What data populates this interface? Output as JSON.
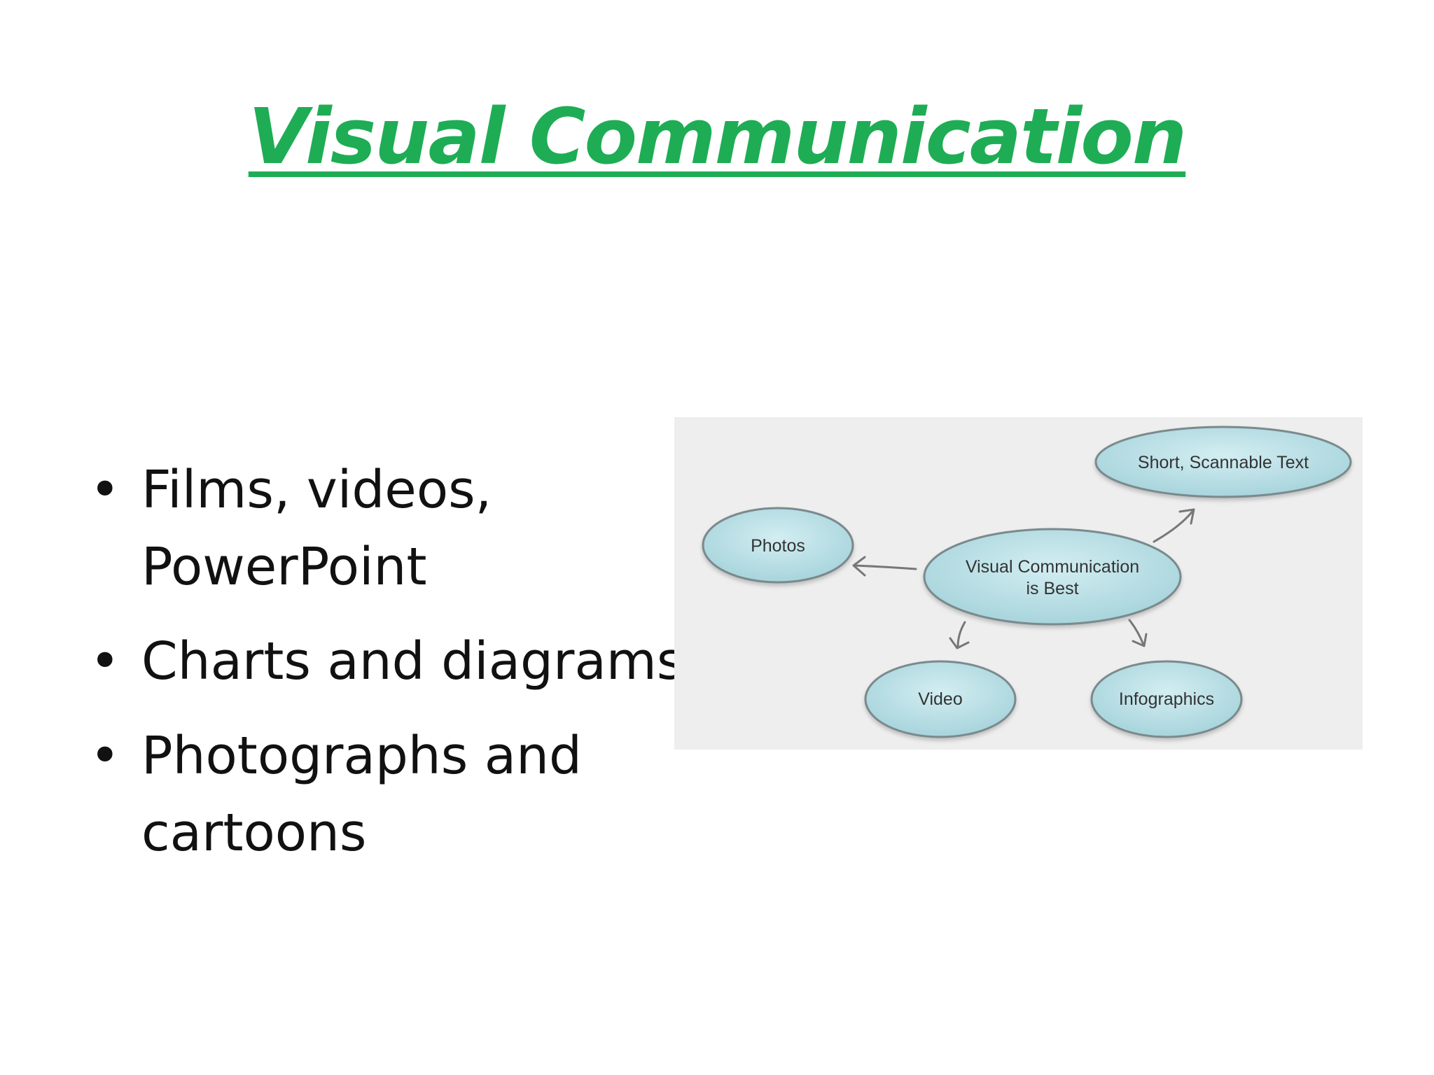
{
  "slide": {
    "title": "Visual Communication",
    "title_color": "#1ead55",
    "bullets": [
      {
        "line1": "Films, videos,",
        "line2": "PowerPoint"
      },
      {
        "line1": "Charts and diagrams",
        "line2": ""
      },
      {
        "line1": "Photographs and",
        "line2": "cartoons"
      }
    ],
    "bullet_glyph": "•"
  },
  "diagram": {
    "center": {
      "line1": "Visual Communication",
      "line2": "is Best"
    },
    "nodes": {
      "short_text": "Short, Scannable Text",
      "photos": "Photos",
      "video": "Video",
      "infographics": "Infographics"
    },
    "colors": {
      "bubble_fill": "#b9dfe6",
      "bubble_stroke": "#7a8a8d",
      "background": "#eeeeee",
      "arrow": "#777777"
    }
  }
}
